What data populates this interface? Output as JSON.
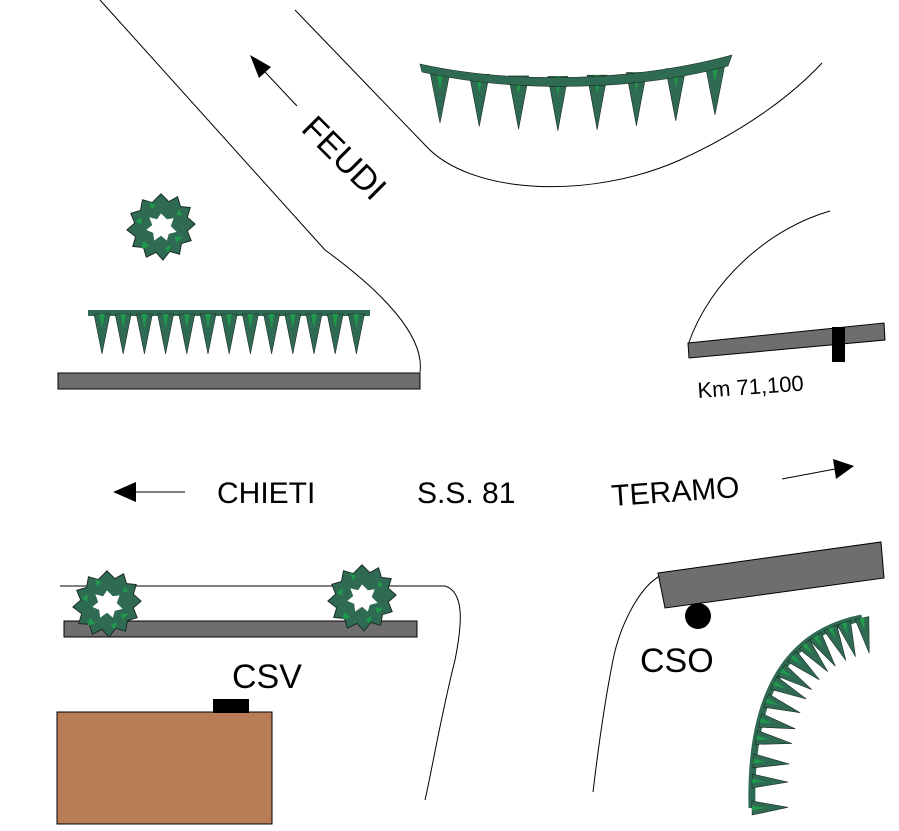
{
  "diagram": {
    "road_name": "S.S. 81",
    "labels": {
      "feudi": "FEUDI",
      "chieti": "CHIETI",
      "teramo": "TERAMO",
      "km_marker": "Km 71,100",
      "csv": "CSV",
      "cso": "CSO"
    },
    "icons": [
      "arrow-icon",
      "bush-icon",
      "hedge-icon"
    ],
    "colors": {
      "curb": "#6e6e70",
      "vegetation": "#2f6b52",
      "vegetation_accent": "#1f9a4c",
      "building": "#b87c57",
      "outline": "#000000"
    }
  }
}
